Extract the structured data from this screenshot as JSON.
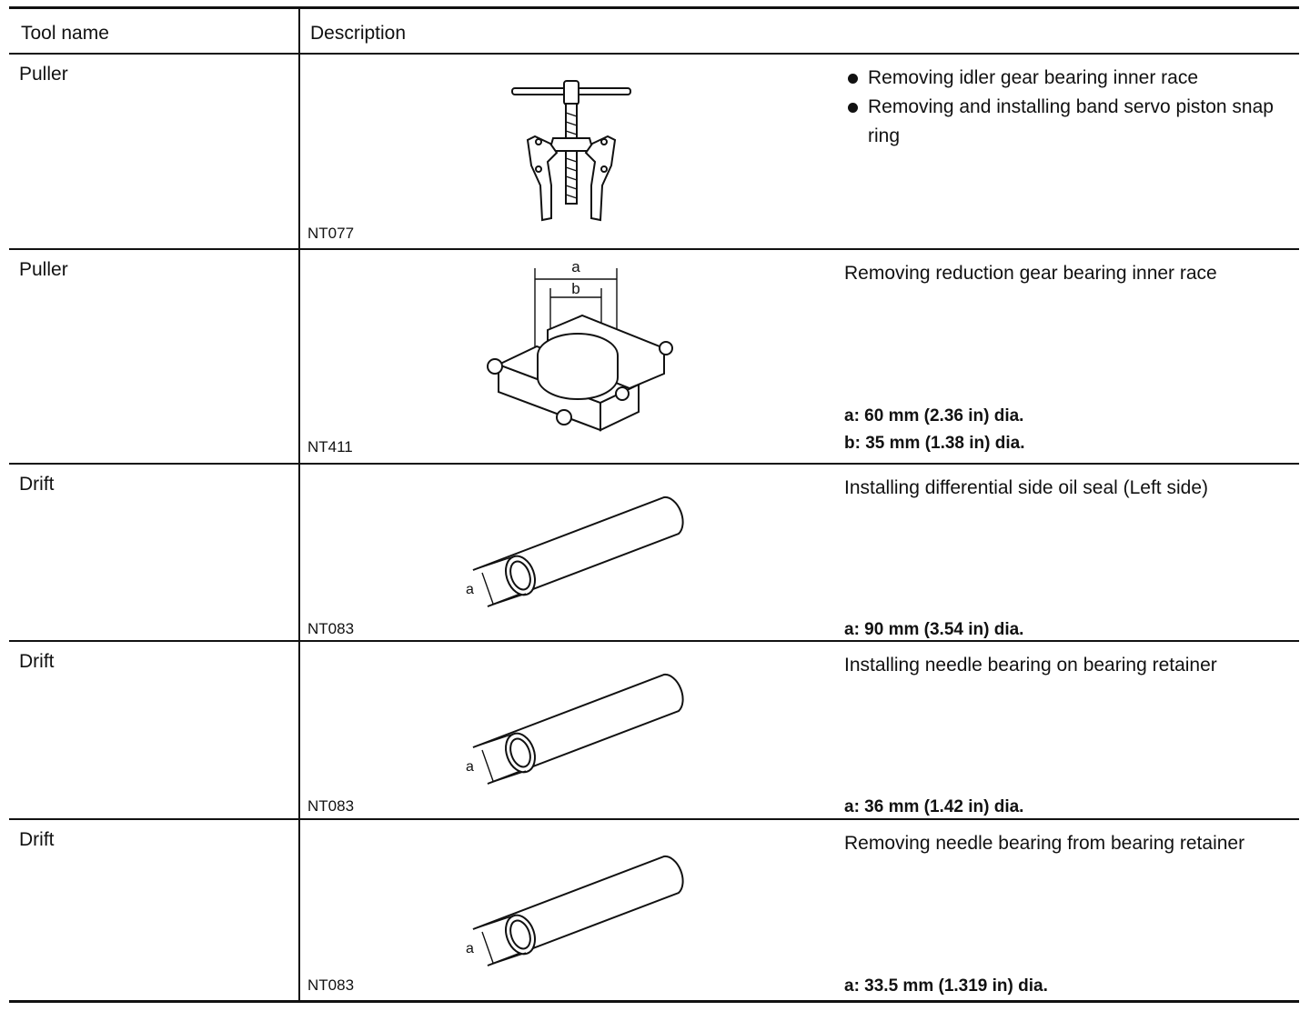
{
  "table": {
    "header": {
      "tool_name": "Tool name",
      "description": "Description"
    },
    "rows": [
      {
        "tool_name": "Puller",
        "code": "NT077",
        "desc_bullets": [
          "Removing idler gear bearing inner race",
          "Removing and installing band servo piston snap ring"
        ],
        "icon": "two-jaw-puller-icon"
      },
      {
        "tool_name": "Puller",
        "code": "NT411",
        "desc": "Removing reduction gear bearing inner race",
        "figure_labels": [
          "a",
          "b"
        ],
        "specs": [
          "a: 60 mm (2.36 in) dia.",
          "b: 35 mm (1.38 in) dia."
        ],
        "icon": "bearing-splitter-icon"
      },
      {
        "tool_name": "Drift",
        "code": "NT083",
        "desc": "Installing differential side oil seal (Left side)",
        "figure_labels": [
          "a"
        ],
        "specs": [
          "a: 90 mm (3.54 in) dia."
        ],
        "icon": "drift-tube-icon"
      },
      {
        "tool_name": "Drift",
        "code": "NT083",
        "desc": "Installing needle bearing on bearing retainer",
        "figure_labels": [
          "a"
        ],
        "specs": [
          "a: 36 mm (1.42 in) dia."
        ],
        "icon": "drift-tube-icon"
      },
      {
        "tool_name": "Drift",
        "code": "NT083",
        "desc": "Removing needle bearing from bearing retainer",
        "figure_labels": [
          "a"
        ],
        "specs": [
          "a: 33.5 mm (1.319 in) dia."
        ],
        "icon": "drift-tube-icon"
      }
    ]
  }
}
